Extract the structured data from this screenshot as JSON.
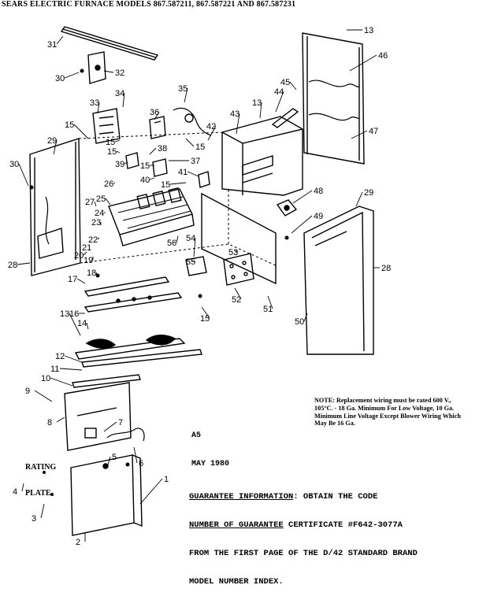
{
  "header": {
    "title": "SEARS ELECTRIC FURNACE MODELS 867.587211, 867.587221 AND 867.587231"
  },
  "stamp": {
    "line1": "A5",
    "line2": "MAY 1980"
  },
  "note": {
    "text": "NOTE: Replacement wiring must be rated 600 V., 105°C. - 18 Ga. Minimum For Low Voltage, 10 Ga. Minimum Line Voltage Except Blower Wiring Which May Be 16 Ga."
  },
  "guarantee": {
    "heading": "GUARANTEE INFORMATION",
    "line1_rest": ": OBTAIN THE CODE",
    "line2_underlined": "NUMBER OF GUARANTEE",
    "line2_rest": " CERTIFICATE #F642-3077A",
    "line3": "FROM THE FIRST PAGE OF THE D/42 STANDARD BRAND",
    "line4": "MODEL NUMBER INDEX."
  },
  "rating_plate": {
    "line1": "RATING",
    "line2": "PLATE"
  },
  "callouts": [
    "1",
    "2",
    "3",
    "4",
    "5",
    "6",
    "7",
    "8",
    "9",
    "10",
    "11",
    "12",
    "13",
    "13",
    "13",
    "14",
    "15",
    "15",
    "15",
    "15",
    "15",
    "15",
    "15",
    "16",
    "17",
    "18",
    "19",
    "20",
    "21",
    "22",
    "23",
    "24",
    "25",
    "26",
    "27",
    "28",
    "28",
    "29",
    "29",
    "30",
    "30",
    "31",
    "32",
    "33",
    "34",
    "35",
    "36",
    "37",
    "38",
    "39",
    "40",
    "41",
    "42",
    "43",
    "44",
    "45",
    "46",
    "47",
    "48",
    "49",
    "50",
    "51",
    "52",
    "53",
    "54",
    "55",
    "56"
  ]
}
